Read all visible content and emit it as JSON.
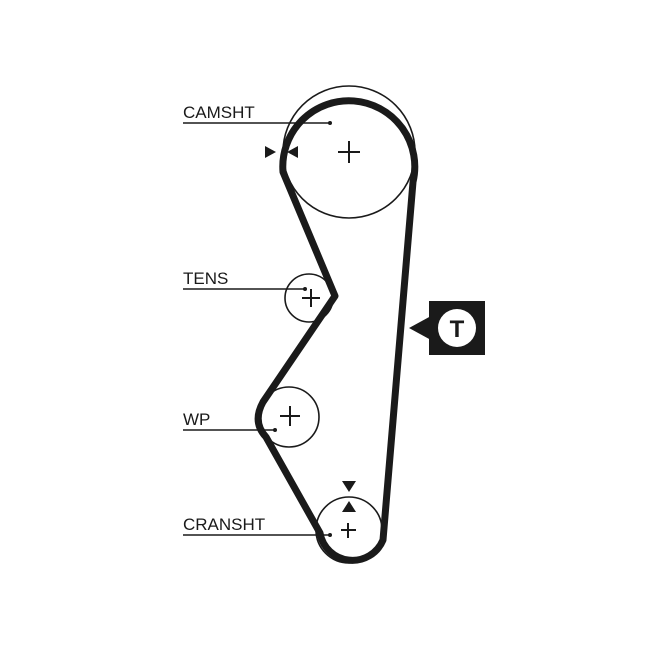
{
  "labels": {
    "camshaft": "CAMSHT",
    "tensioner": "TENS",
    "water_pump": "WP",
    "crankshaft": "CRANSHT"
  },
  "tension_marker": {
    "letter": "T"
  },
  "colors": {
    "belt": "#1a1a1a",
    "pulley": "#1a1a1a",
    "background": "#ffffff",
    "marker_box": "#1a1a1a",
    "marker_text": "#1a1a1a"
  }
}
